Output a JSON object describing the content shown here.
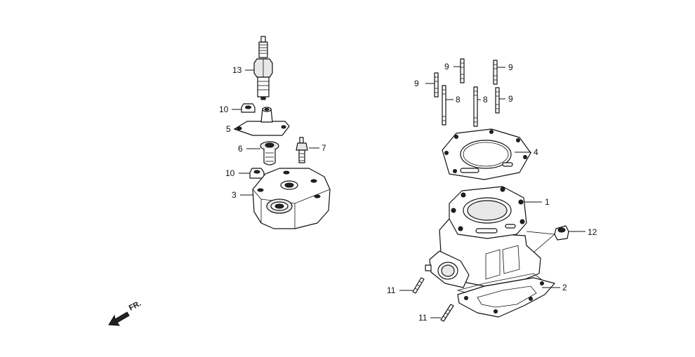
{
  "callouts": {
    "c1": "1",
    "c2": "2",
    "c3": "3",
    "c4": "4",
    "c5": "5",
    "c6": "6",
    "c7": "7",
    "c8a": "8",
    "c8b": "8",
    "c9a": "9",
    "c9b": "9",
    "c9c": "9",
    "c9d": "9",
    "c10a": "10",
    "c10b": "10",
    "c11a": "11",
    "c11b": "11",
    "c12": "12",
    "c13": "13"
  },
  "front_indicator": "FR."
}
